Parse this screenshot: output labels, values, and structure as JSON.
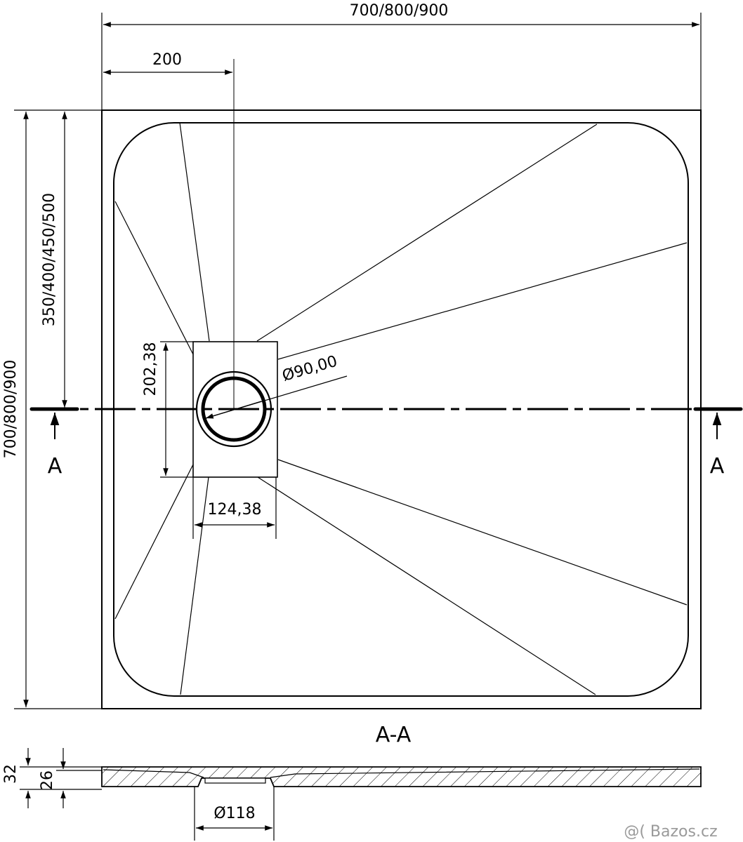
{
  "dimensions": {
    "overall_width": "700/800/900",
    "drain_offset_x": "200",
    "overall_length": "700/800/900",
    "drain_offset_y": "350/400/450/500",
    "drain_box_height": "202,38",
    "drain_box_width": "124,38",
    "drain_diameter": "Ø90,00",
    "section_total_thickness": "32",
    "section_edge_thickness": "26",
    "outlet_diameter": "Ø118"
  },
  "section_marks": {
    "left": "A",
    "right": "A",
    "section_title": "A-A"
  },
  "watermark": "@( Bazos.cz"
}
